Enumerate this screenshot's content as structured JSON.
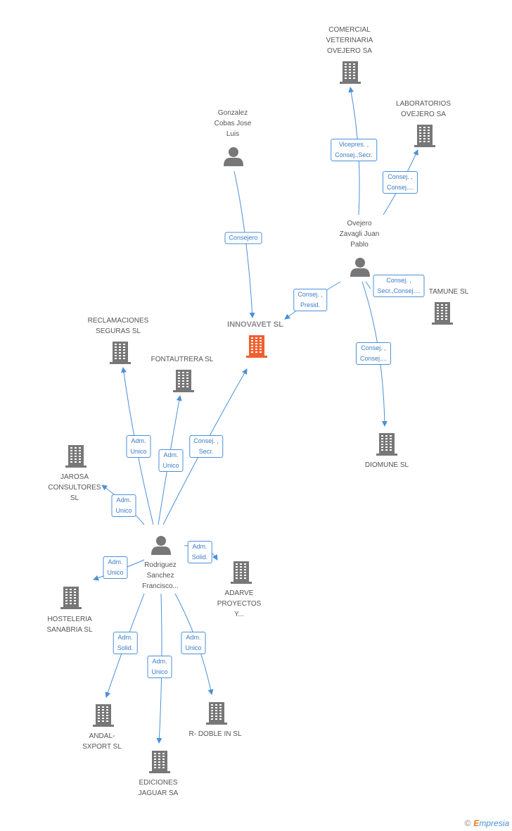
{
  "colors": {
    "edge": "#4a90d9",
    "company": "#777777",
    "focus": "#f06030",
    "person": "#777777"
  },
  "nodes": [
    {
      "id": "innovavet",
      "type": "company",
      "focus": true,
      "label": "INNOVAVET SL"
    },
    {
      "id": "comercial",
      "type": "company",
      "label": "COMERCIAL\nVETERINARIA\nOVEJERO SA"
    },
    {
      "id": "laboratorios",
      "type": "company",
      "label": "LABORATORIOS\nOVEJERO SA"
    },
    {
      "id": "gonzalez",
      "type": "person",
      "label": "Gonzalez\nCobas Jose\nLuis"
    },
    {
      "id": "ovejero",
      "type": "person",
      "label": "Ovejero\nZavagli Juan\nPablo"
    },
    {
      "id": "tamune",
      "type": "company",
      "label": "TAMUNE SL"
    },
    {
      "id": "diomune",
      "type": "company",
      "label": "DIOMUNE SL"
    },
    {
      "id": "reclamaciones",
      "type": "company",
      "label": "RECLAMACIONES\nSEGURAS  SL"
    },
    {
      "id": "fontautrera",
      "type": "company",
      "label": "FONTAUTRERA SL"
    },
    {
      "id": "jarosa",
      "type": "company",
      "label": "JAROSA\nCONSULTORES\nSL"
    },
    {
      "id": "rodriguez",
      "type": "person",
      "label": "Rodriguez\nSanchez\nFrancisco..."
    },
    {
      "id": "adarve",
      "type": "company",
      "label": "ADARVE\nPROYECTOS\nY..."
    },
    {
      "id": "hosteleria",
      "type": "company",
      "label": "HOSTELERIA\nSANABRIA SL"
    },
    {
      "id": "andal",
      "type": "company",
      "label": "ANDAL-\nSXPORT SL"
    },
    {
      "id": "ediciones",
      "type": "company",
      "label": "EDICIONES\nJAGUAR SA"
    },
    {
      "id": "rdoble",
      "type": "company",
      "label": "R- DOBLE IN SL"
    }
  ],
  "edges": [
    {
      "from": "ovejero",
      "to": "comercial",
      "label": "Vicepres. ,\nConsej.,Secr."
    },
    {
      "from": "ovejero",
      "to": "laboratorios",
      "label": "Consej. ,\nConsej...."
    },
    {
      "from": "gonzalez",
      "to": "innovavet",
      "label": "Consejero"
    },
    {
      "from": "ovejero",
      "to": "innovavet",
      "label": "Consej. ,\nPresid."
    },
    {
      "from": "ovejero",
      "to": "tamune",
      "label": "Consej. ,\nSecr.,Consej...."
    },
    {
      "from": "ovejero",
      "to": "diomune",
      "label": "Consej. ,\nConsej...."
    },
    {
      "from": "rodriguez",
      "to": "reclamaciones",
      "label": "Adm.\nUnico"
    },
    {
      "from": "rodriguez",
      "to": "fontautrera",
      "label": "Adm.\nUnico"
    },
    {
      "from": "rodriguez",
      "to": "innovavet",
      "label": "Consej. ,\nSecr."
    },
    {
      "from": "rodriguez",
      "to": "jarosa",
      "label": "Adm.\nUnico"
    },
    {
      "from": "rodriguez",
      "to": "adarve",
      "label": "Adm.\nSolid."
    },
    {
      "from": "rodriguez",
      "to": "hosteleria",
      "label": "Adm.\nUnico"
    },
    {
      "from": "rodriguez",
      "to": "andal",
      "label": "Adm.\nSolid."
    },
    {
      "from": "rodriguez",
      "to": "ediciones",
      "label": "Adm.\nUnico"
    },
    {
      "from": "rodriguez",
      "to": "rdoble",
      "label": "Adm.\nUnico"
    }
  ],
  "copyright": {
    "symbol": "©",
    "brand_initial": "E",
    "brand_rest": "mpresia"
  }
}
